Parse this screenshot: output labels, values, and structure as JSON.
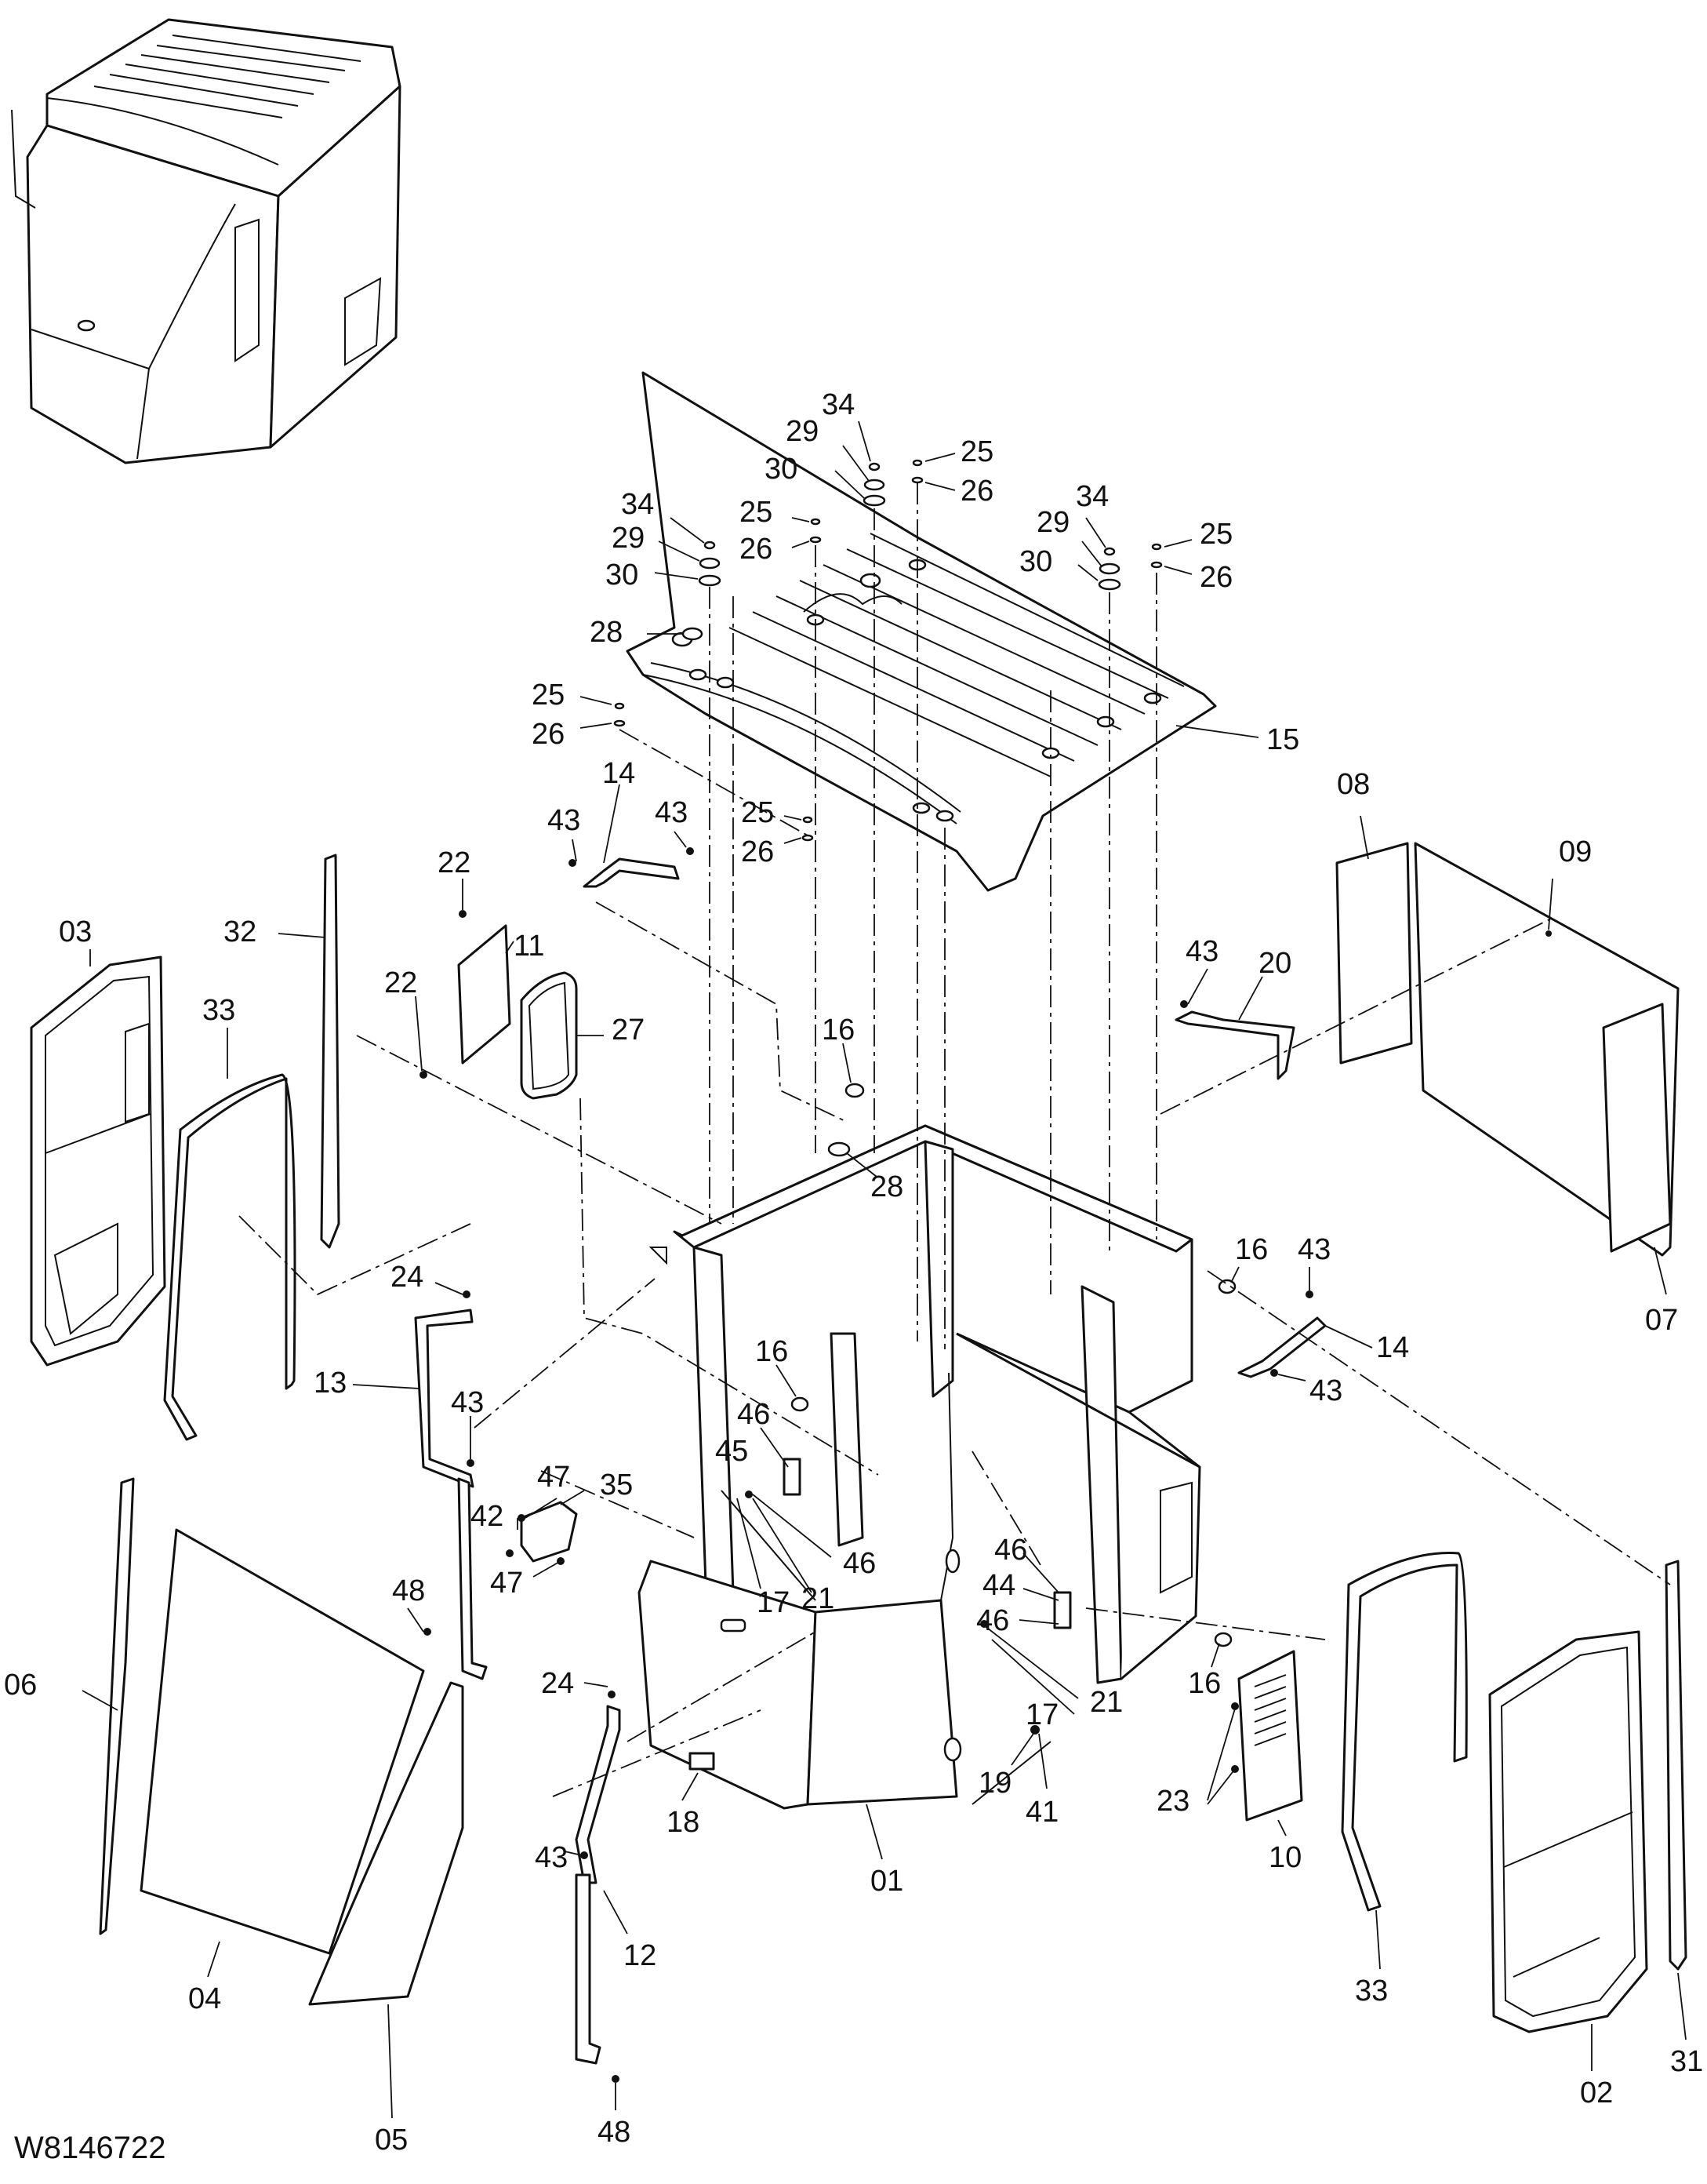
{
  "drawing_code": "W8146722",
  "labels": [
    {
      "id": "l34a",
      "text": "34"
    },
    {
      "id": "l29a",
      "text": "29"
    },
    {
      "id": "l30a",
      "text": "30"
    },
    {
      "id": "l25a",
      "text": "25"
    },
    {
      "id": "l26a",
      "text": "26"
    },
    {
      "id": "l34b",
      "text": "34"
    },
    {
      "id": "l29b",
      "text": "29"
    },
    {
      "id": "l30b",
      "text": "30"
    },
    {
      "id": "l25b",
      "text": "25"
    },
    {
      "id": "l26b",
      "text": "26"
    },
    {
      "id": "l34c",
      "text": "34"
    },
    {
      "id": "l29c",
      "text": "29"
    },
    {
      "id": "l30c",
      "text": "30"
    },
    {
      "id": "l25c",
      "text": "25"
    },
    {
      "id": "l26c",
      "text": "26"
    },
    {
      "id": "l28a",
      "text": "28"
    },
    {
      "id": "l25d",
      "text": "25"
    },
    {
      "id": "l26d",
      "text": "26"
    },
    {
      "id": "l15",
      "text": "15"
    },
    {
      "id": "l14a",
      "text": "14"
    },
    {
      "id": "l43a",
      "text": "43"
    },
    {
      "id": "l43b",
      "text": "43"
    },
    {
      "id": "l25e",
      "text": "25"
    },
    {
      "id": "l26e",
      "text": "26"
    },
    {
      "id": "l08",
      "text": "08"
    },
    {
      "id": "l09",
      "text": "09"
    },
    {
      "id": "l07",
      "text": "07"
    },
    {
      "id": "l22a",
      "text": "22"
    },
    {
      "id": "l11",
      "text": "11"
    },
    {
      "id": "l22b",
      "text": "22"
    },
    {
      "id": "l27",
      "text": "27"
    },
    {
      "id": "l03",
      "text": "03"
    },
    {
      "id": "l33a",
      "text": "33"
    },
    {
      "id": "l32",
      "text": "32"
    },
    {
      "id": "l43c",
      "text": "43"
    },
    {
      "id": "l20",
      "text": "20"
    },
    {
      "id": "l16a",
      "text": "16"
    },
    {
      "id": "l28b",
      "text": "28"
    },
    {
      "id": "l16b",
      "text": "16"
    },
    {
      "id": "l43d",
      "text": "43"
    },
    {
      "id": "l14b",
      "text": "14"
    },
    {
      "id": "l43e",
      "text": "43"
    },
    {
      "id": "l24a",
      "text": "24"
    },
    {
      "id": "l13",
      "text": "13"
    },
    {
      "id": "l16c",
      "text": "16"
    },
    {
      "id": "l43f",
      "text": "43"
    },
    {
      "id": "l46a",
      "text": "46"
    },
    {
      "id": "l45",
      "text": "45"
    },
    {
      "id": "l47a",
      "text": "47"
    },
    {
      "id": "l35",
      "text": "35"
    },
    {
      "id": "l42",
      "text": "42"
    },
    {
      "id": "l47b",
      "text": "47"
    },
    {
      "id": "l46b",
      "text": "46"
    },
    {
      "id": "l17a",
      "text": "17"
    },
    {
      "id": "l21a",
      "text": "21"
    },
    {
      "id": "l48a",
      "text": "48"
    },
    {
      "id": "l46c",
      "text": "46"
    },
    {
      "id": "l44",
      "text": "44"
    },
    {
      "id": "l46d",
      "text": "46"
    },
    {
      "id": "l16d",
      "text": "16"
    },
    {
      "id": "l06",
      "text": "06"
    },
    {
      "id": "l24b",
      "text": "24"
    },
    {
      "id": "l21b",
      "text": "21"
    },
    {
      "id": "l17b",
      "text": "17"
    },
    {
      "id": "l23",
      "text": "23"
    },
    {
      "id": "l19",
      "text": "19"
    },
    {
      "id": "l41",
      "text": "41"
    },
    {
      "id": "l18",
      "text": "18"
    },
    {
      "id": "l10",
      "text": "10"
    },
    {
      "id": "l01",
      "text": "01"
    },
    {
      "id": "l43g",
      "text": "43"
    },
    {
      "id": "l12",
      "text": "12"
    },
    {
      "id": "l04",
      "text": "04"
    },
    {
      "id": "l33b",
      "text": "33"
    },
    {
      "id": "l02",
      "text": "02"
    },
    {
      "id": "l31",
      "text": "31"
    },
    {
      "id": "l48b",
      "text": "48"
    },
    {
      "id": "l05",
      "text": "05"
    }
  ]
}
